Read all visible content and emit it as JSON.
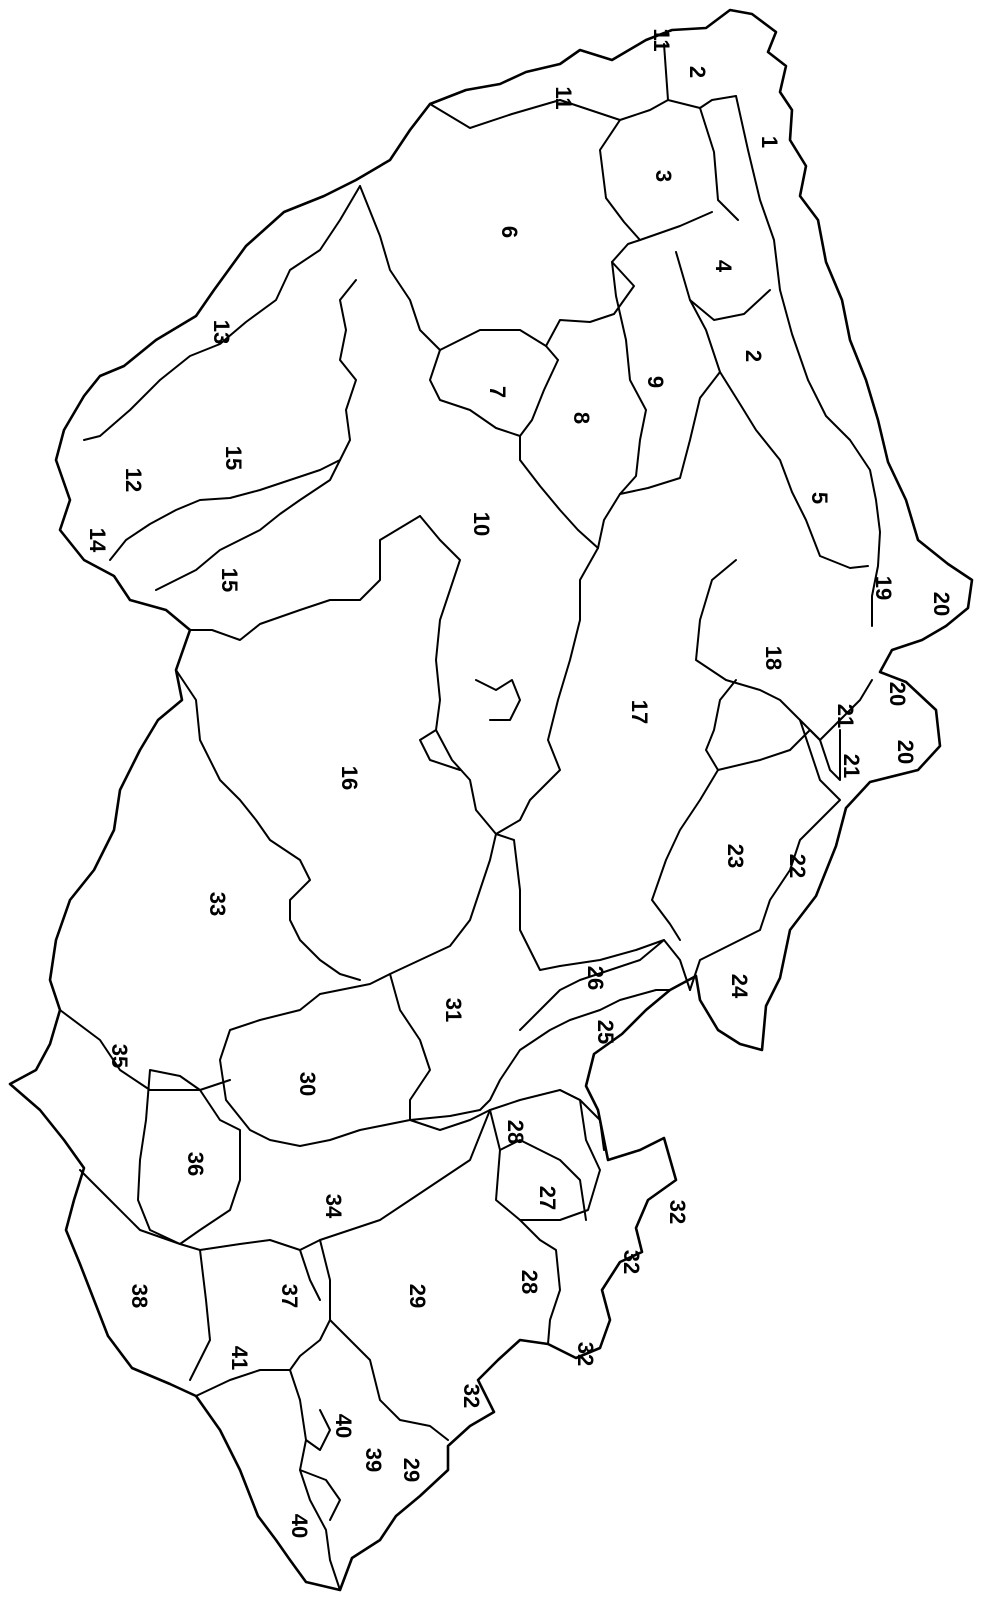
{
  "map": {
    "regions": [
      {
        "id": "1",
        "label": "1"
      },
      {
        "id": "2a",
        "label": "2"
      },
      {
        "id": "2b",
        "label": "2"
      },
      {
        "id": "3",
        "label": "3"
      },
      {
        "id": "4",
        "label": "4"
      },
      {
        "id": "5",
        "label": "5"
      },
      {
        "id": "6",
        "label": "6"
      },
      {
        "id": "7",
        "label": "7"
      },
      {
        "id": "8",
        "label": "8"
      },
      {
        "id": "9",
        "label": "9"
      },
      {
        "id": "10",
        "label": "10"
      },
      {
        "id": "11a",
        "label": "11"
      },
      {
        "id": "11b",
        "label": "11"
      },
      {
        "id": "12",
        "label": "12"
      },
      {
        "id": "13",
        "label": "13"
      },
      {
        "id": "14",
        "label": "14"
      },
      {
        "id": "15a",
        "label": "15"
      },
      {
        "id": "15b",
        "label": "15"
      },
      {
        "id": "16",
        "label": "16"
      },
      {
        "id": "17",
        "label": "17"
      },
      {
        "id": "18",
        "label": "18"
      },
      {
        "id": "19",
        "label": "19"
      },
      {
        "id": "20a",
        "label": "20"
      },
      {
        "id": "20b",
        "label": "20"
      },
      {
        "id": "20c",
        "label": "20"
      },
      {
        "id": "21a",
        "label": "21"
      },
      {
        "id": "21b",
        "label": "21"
      },
      {
        "id": "22",
        "label": "22"
      },
      {
        "id": "23",
        "label": "23"
      },
      {
        "id": "24",
        "label": "24"
      },
      {
        "id": "25",
        "label": "25"
      },
      {
        "id": "26",
        "label": "26"
      },
      {
        "id": "27",
        "label": "27"
      },
      {
        "id": "28a",
        "label": "28"
      },
      {
        "id": "28b",
        "label": "28"
      },
      {
        "id": "29a",
        "label": "29"
      },
      {
        "id": "29b",
        "label": "29"
      },
      {
        "id": "30",
        "label": "30"
      },
      {
        "id": "31",
        "label": "31"
      },
      {
        "id": "32a",
        "label": "32"
      },
      {
        "id": "32b",
        "label": "32"
      },
      {
        "id": "32c",
        "label": "32"
      },
      {
        "id": "32d",
        "label": "32"
      },
      {
        "id": "33",
        "label": "33"
      },
      {
        "id": "34",
        "label": "34"
      },
      {
        "id": "35",
        "label": "35"
      },
      {
        "id": "36",
        "label": "36"
      },
      {
        "id": "37",
        "label": "37"
      },
      {
        "id": "38",
        "label": "38"
      },
      {
        "id": "39",
        "label": "39"
      },
      {
        "id": "40a",
        "label": "40"
      },
      {
        "id": "40b",
        "label": "40"
      },
      {
        "id": "41",
        "label": "41"
      }
    ]
  }
}
